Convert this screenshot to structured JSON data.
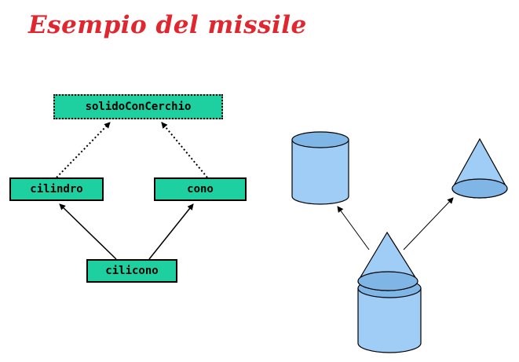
{
  "slide": {
    "title": "Esempio del missile"
  },
  "colors": {
    "title": "#e0262f",
    "uml_fill": "#1ecfa0",
    "shape_fill": "#9fcdf5",
    "shape_fill_dark": "#7fb6e6",
    "line": "#000000"
  },
  "class_diagram": {
    "interface": "solidoConCerchio",
    "classes": {
      "left": "cilindro",
      "right": "cono",
      "bottom": "cilicono"
    }
  },
  "shapes_diagram": {
    "icons": [
      "cylinder-icon",
      "cone-icon",
      "cylinder-with-cone-icon"
    ]
  }
}
